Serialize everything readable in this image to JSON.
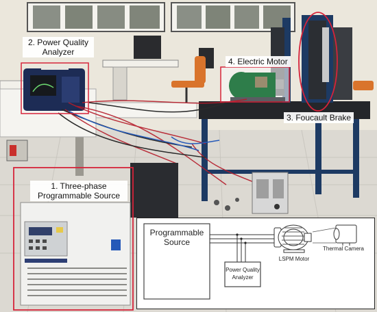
{
  "labels": {
    "pqa_line1": "2. Power Quality",
    "pqa_line2": "Analyzer",
    "motor": "4. Electric Motor",
    "brake": "3. Foucault Brake",
    "source_line1": "1. Three-phase",
    "source_line2": "Programmable Source"
  },
  "diagram": {
    "source_line1": "Programmable",
    "source_line2": "Source",
    "analyzer_line1": "Power Quality",
    "analyzer_line2": "Analyzer",
    "motor": "LSPM Motor",
    "camera": "Thermal Camera"
  },
  "colors": {
    "callout": "#d6233a",
    "wall": "#e9e5da",
    "floor": "#d9d6cf",
    "bench_frame": "#1d3a63",
    "motor_green": "#2e7d4a",
    "source_body": "#f1f1ef"
  }
}
